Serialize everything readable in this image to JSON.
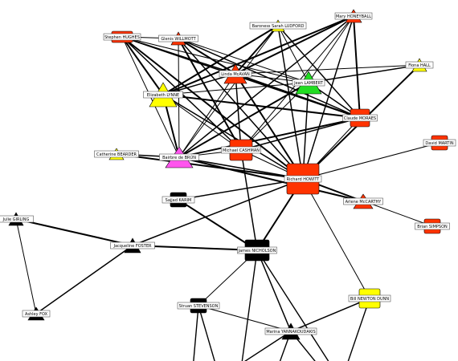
{
  "colors": {
    "red": "#ff3300",
    "yellow": "#ffff00",
    "green": "#22dd22",
    "magenta": "#ff55ee",
    "black": "#000000",
    "edge": "#000000"
  },
  "nodes": [
    {
      "id": "stephen_hughes",
      "label": "Stephen HUGHES",
      "shape": "square",
      "color": "red"
    },
    {
      "id": "glenis_willmott",
      "label": "Glenis WILLMOTT",
      "shape": "triangle",
      "color": "red"
    },
    {
      "id": "baroness_sarah_ludford",
      "label": "Baroness Sarah LUDFORD",
      "shape": "triangle",
      "color": "yellow"
    },
    {
      "id": "mary_honeyball",
      "label": "Mary HONEYBALL",
      "shape": "triangle",
      "color": "red"
    },
    {
      "id": "fiona_hall",
      "label": "Fiona HALL",
      "shape": "triangle",
      "color": "yellow"
    },
    {
      "id": "linda_mcavan",
      "label": "Linda McAVAN",
      "shape": "triangle",
      "color": "red"
    },
    {
      "id": "jean_lambert",
      "label": "Jean LAMBERT",
      "shape": "triangle",
      "color": "green"
    },
    {
      "id": "elizabeth_lynne",
      "label": "Elizabeth LYNNE",
      "shape": "triangle",
      "color": "yellow"
    },
    {
      "id": "claude_moraes",
      "label": "Claude MORAES",
      "shape": "square",
      "color": "red"
    },
    {
      "id": "david_martin",
      "label": "David MARTIN",
      "shape": "square",
      "color": "red"
    },
    {
      "id": "catherine_bearder",
      "label": "Catherine BEARDER",
      "shape": "triangle",
      "color": "yellow"
    },
    {
      "id": "baroness_de_brun",
      "label": "Bairbre de BRÚN",
      "shape": "triangle",
      "color": "magenta"
    },
    {
      "id": "michael_cashman",
      "label": "Michael CASHMAN",
      "shape": "square",
      "color": "red"
    },
    {
      "id": "richard_howitt",
      "label": "Richard HOWITT",
      "shape": "square",
      "color": "red"
    },
    {
      "id": "arlene_mccarthy",
      "label": "Arlene McCARTHY",
      "shape": "triangle",
      "color": "red"
    },
    {
      "id": "sajjad_karim",
      "label": "Sajjad KARIM",
      "shape": "square",
      "color": "black"
    },
    {
      "id": "brian_simpson",
      "label": "Brian SIMPSON",
      "shape": "square",
      "color": "red"
    },
    {
      "id": "julie_girling",
      "label": "Julie GIRLING",
      "shape": "triangle",
      "color": "black"
    },
    {
      "id": "jacqueline_foster",
      "label": "Jacqueline FOSTER",
      "shape": "triangle",
      "color": "black"
    },
    {
      "id": "james_nicholson",
      "label": "James NICHOLSON",
      "shape": "square",
      "color": "black"
    },
    {
      "id": "ashley_fox",
      "label": "Ashley FOX",
      "shape": "triangle",
      "color": "black"
    },
    {
      "id": "bill_newton_dunn",
      "label": "Bill NEWTON DUNN",
      "shape": "square",
      "color": "yellow"
    },
    {
      "id": "struan_stevenson",
      "label": "Struan STEVENSON",
      "shape": "square",
      "color": "black"
    },
    {
      "id": "marina_yannakoudakis",
      "label": "Marina YANNAKOUDAKIS",
      "shape": "triangle",
      "color": "black"
    }
  ],
  "edges": [
    [
      "stephen_hughes",
      "glenis_willmott"
    ],
    [
      "stephen_hughes",
      "linda_mcavan"
    ],
    [
      "stephen_hughes",
      "elizabeth_lynne"
    ],
    [
      "stephen_hughes",
      "baroness_de_brun"
    ],
    [
      "stephen_hughes",
      "michael_cashman"
    ],
    [
      "stephen_hughes",
      "richard_howitt"
    ],
    [
      "stephen_hughes",
      "jean_lambert"
    ],
    [
      "stephen_hughes",
      "claude_moraes"
    ],
    [
      "glenis_willmott",
      "linda_mcavan"
    ],
    [
      "glenis_willmott",
      "jean_lambert"
    ],
    [
      "glenis_willmott",
      "richard_howitt"
    ],
    [
      "glenis_willmott",
      "michael_cashman"
    ],
    [
      "glenis_willmott",
      "baroness_de_brun"
    ],
    [
      "glenis_willmott",
      "claude_moraes"
    ],
    [
      "baroness_sarah_ludford",
      "linda_mcavan"
    ],
    [
      "baroness_sarah_ludford",
      "jean_lambert"
    ],
    [
      "baroness_sarah_ludford",
      "richard_howitt"
    ],
    [
      "baroness_sarah_ludford",
      "elizabeth_lynne"
    ],
    [
      "baroness_sarah_ludford",
      "baroness_de_brun"
    ],
    [
      "baroness_sarah_ludford",
      "claude_moraes"
    ],
    [
      "mary_honeyball",
      "linda_mcavan"
    ],
    [
      "mary_honeyball",
      "jean_lambert"
    ],
    [
      "mary_honeyball",
      "richard_howitt"
    ],
    [
      "mary_honeyball",
      "claude_moraes"
    ],
    [
      "mary_honeyball",
      "michael_cashman"
    ],
    [
      "mary_honeyball",
      "baroness_de_brun"
    ],
    [
      "mary_honeyball",
      "elizabeth_lynne"
    ],
    [
      "fiona_hall",
      "linda_mcavan"
    ],
    [
      "fiona_hall",
      "jean_lambert"
    ],
    [
      "fiona_hall",
      "richard_howitt"
    ],
    [
      "linda_mcavan",
      "jean_lambert"
    ],
    [
      "linda_mcavan",
      "elizabeth_lynne"
    ],
    [
      "linda_mcavan",
      "claude_moraes"
    ],
    [
      "linda_mcavan",
      "baroness_de_brun"
    ],
    [
      "linda_mcavan",
      "michael_cashman"
    ],
    [
      "linda_mcavan",
      "richard_howitt"
    ],
    [
      "jean_lambert",
      "elizabeth_lynne"
    ],
    [
      "jean_lambert",
      "claude_moraes"
    ],
    [
      "jean_lambert",
      "baroness_de_brun"
    ],
    [
      "jean_lambert",
      "michael_cashman"
    ],
    [
      "jean_lambert",
      "richard_howitt"
    ],
    [
      "elizabeth_lynne",
      "baroness_de_brun"
    ],
    [
      "elizabeth_lynne",
      "michael_cashman"
    ],
    [
      "elizabeth_lynne",
      "richard_howitt"
    ],
    [
      "elizabeth_lynne",
      "claude_moraes"
    ],
    [
      "claude_moraes",
      "richard_howitt"
    ],
    [
      "claude_moraes",
      "michael_cashman"
    ],
    [
      "claude_moraes",
      "baroness_de_brun"
    ],
    [
      "david_martin",
      "richard_howitt"
    ],
    [
      "catherine_bearder",
      "baroness_de_brun"
    ],
    [
      "catherine_bearder",
      "richard_howitt"
    ],
    [
      "baroness_de_brun",
      "michael_cashman"
    ],
    [
      "baroness_de_brun",
      "richard_howitt"
    ],
    [
      "baroness_de_brun",
      "arlene_mccarthy"
    ],
    [
      "michael_cashman",
      "richard_howitt"
    ],
    [
      "michael_cashman",
      "james_nicholson"
    ],
    [
      "richard_howitt",
      "arlene_mccarthy"
    ],
    [
      "richard_howitt",
      "brian_simpson"
    ],
    [
      "richard_howitt",
      "sajjad_karim"
    ],
    [
      "richard_howitt",
      "james_nicholson"
    ],
    [
      "richard_howitt",
      "bill_newton_dunn"
    ],
    [
      "richard_howitt",
      "jacqueline_foster"
    ],
    [
      "julie_girling",
      "jacqueline_foster"
    ],
    [
      "julie_girling",
      "ashley_fox"
    ],
    [
      "jacqueline_foster",
      "ashley_fox"
    ],
    [
      "jacqueline_foster",
      "james_nicholson"
    ],
    [
      "james_nicholson",
      "struan_stevenson"
    ],
    [
      "james_nicholson",
      "marina_yannakoudakis"
    ],
    [
      "james_nicholson",
      "sajjad_karim"
    ],
    [
      "struan_stevenson",
      "marina_yannakoudakis"
    ],
    [
      "bill_newton_dunn",
      "marina_yannakoudakis"
    ]
  ]
}
